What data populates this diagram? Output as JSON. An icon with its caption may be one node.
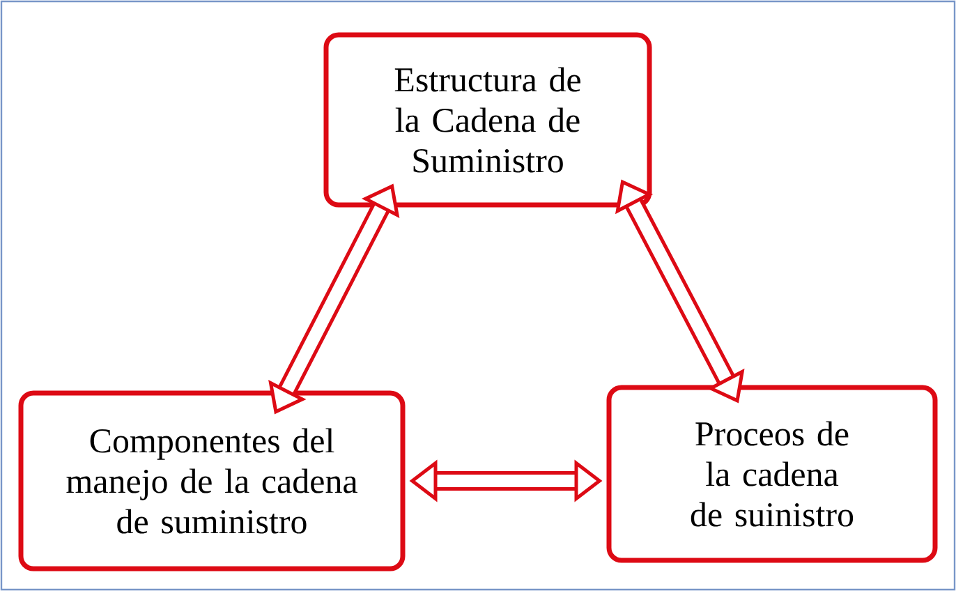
{
  "diagram": {
    "nodes": [
      {
        "text": [
          "Estructura de la Cadena de Suministro"
        ]
      },
      {
        "text": [
          "Componentes del manejo de la cadena de suministro"
        ]
      },
      {
        "text": [
          "Proceos de la cadena de suinistro"
        ]
      }
    ],
    "edges": [
      {
        "from": 0,
        "to": 1,
        "arrow": "both"
      },
      {
        "from": 0,
        "to": 2,
        "arrow": "both"
      },
      {
        "from": 1,
        "to": 2,
        "arrow": "both"
      }
    ]
  }
}
